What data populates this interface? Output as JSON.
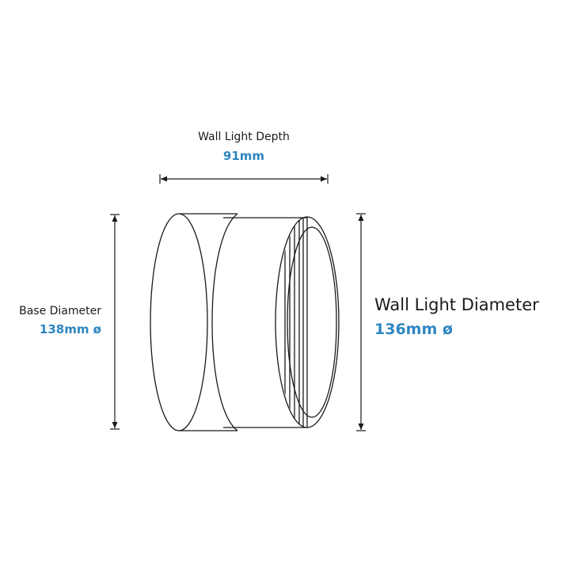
{
  "depth": {
    "label": "Wall Light Depth",
    "value": "91mm"
  },
  "base": {
    "label": "Base Diameter",
    "value": "138mm ø"
  },
  "wall": {
    "label": "Wall Light Diameter",
    "value": "136mm ø"
  },
  "colors": {
    "line": "#1a1a1a",
    "accent": "#2e86c1",
    "background": "#ffffff"
  }
}
